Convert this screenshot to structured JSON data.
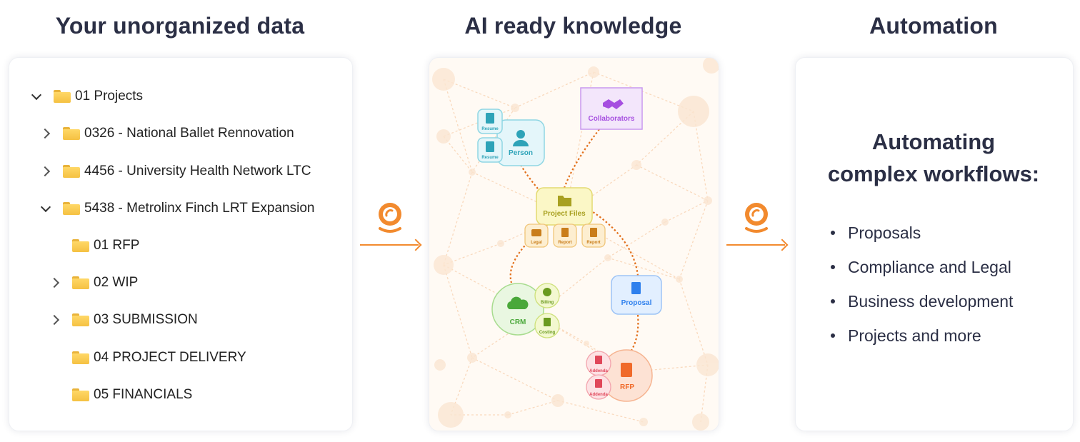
{
  "headings": {
    "left": "Your unorganized data",
    "middle": "AI ready knowledge",
    "right": "Automation"
  },
  "tree": [
    {
      "label": "01 Projects",
      "chevron": "down"
    },
    {
      "label": "0326 - National Ballet Rennovation",
      "chevron": "right"
    },
    {
      "label": "4456 - University Health Network LTC",
      "chevron": "right"
    },
    {
      "label": "5438 - Metrolinx Finch LRT Expansion",
      "chevron": "down"
    },
    {
      "label": "01 RFP",
      "chevron": "none"
    },
    {
      "label": "02 WIP",
      "chevron": "right"
    },
    {
      "label": "03 SUBMISSION",
      "chevron": "right"
    },
    {
      "label": "04 PROJECT DELIVERY",
      "chevron": "none"
    },
    {
      "label": "05 FINANCIALS",
      "chevron": "none"
    }
  ],
  "graph": {
    "collaborators": "Collaborators",
    "person": "Person",
    "resume_1": "Resume",
    "resume_2": "Resume",
    "project_files": "Project Files",
    "legal": "Legal",
    "report_1": "Report",
    "report_2": "Report",
    "proposal": "Proposal",
    "crm": "CRM",
    "billing": "Billing",
    "costing": "Costing",
    "rfp": "RFP",
    "addenda_1": "Addenda",
    "addenda_2": "Addenda"
  },
  "automation": {
    "title_line1": "Automating",
    "title_line2": "complex workflows:",
    "items": [
      "Proposals",
      "Compliance and Legal",
      "Business development",
      "Projects and more"
    ]
  },
  "colors": {
    "accent": "#f28a2e",
    "text": "#2b2f45",
    "person": "#2ea3b8",
    "collaborators": "#a64fe0",
    "project_files": "#a8a020",
    "crm": "#4aa83a",
    "proposal": "#2f80ed",
    "rfp": "#f06a2a"
  }
}
